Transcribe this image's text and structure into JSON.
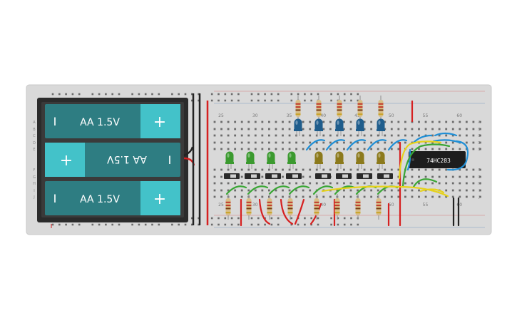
{
  "breadboard": {
    "column_labels": [
      "25",
      "30",
      "35",
      "40",
      "45",
      "50",
      "55",
      "60"
    ],
    "row_labels_top": [
      "A",
      "B",
      "C",
      "D",
      "E"
    ],
    "row_labels_bottom": [
      "F",
      "G",
      "H",
      "I",
      "J"
    ]
  },
  "battery_pack": {
    "cells": [
      {
        "label": "AA 1.5V",
        "flipped": false
      },
      {
        "label": "AA 1.5V",
        "flipped": true
      },
      {
        "label": "AA 1.5V",
        "flipped": false
      }
    ],
    "plus_symbol": "+",
    "minus_symbol": "I"
  },
  "chip": {
    "label": "74HC283"
  },
  "leds": {
    "blue_count": 5,
    "green_count": 4,
    "olive_count": 4
  },
  "switches": {
    "count": 8
  },
  "colors": {
    "board": "#d9d9d9",
    "battery_case": "#2b2b2b",
    "battery_body": "#2e7d82",
    "battery_plus": "#43c2c9",
    "wire_red": "#d62020",
    "wire_black": "#222222",
    "wire_blue": "#1f8fd6",
    "wire_green": "#3aa635",
    "wire_yellow": "#e6d21a",
    "led_blue": "#1f5d8c",
    "led_green": "#3b9a2f",
    "led_olive": "#8c7a1c"
  }
}
